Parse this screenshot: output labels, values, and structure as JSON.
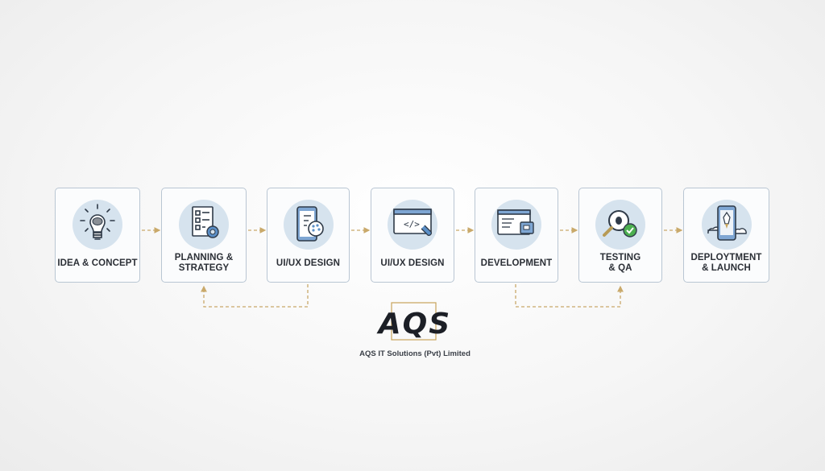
{
  "diagram": {
    "type": "process-flow",
    "steps": [
      {
        "label": "IDEA & CONCEPT",
        "icon": "lightbulb-brain-icon"
      },
      {
        "label": "PLANNING & STRATEGY",
        "line1": "PLANNING &",
        "line2": "STRATEGY",
        "icon": "checklist-gear-icon"
      },
      {
        "label": "UI/UX DESIGN",
        "icon": "mobile-palette-icon"
      },
      {
        "label": "UI/UX DESIGN",
        "icon": "code-window-wrench-icon"
      },
      {
        "label": "DEVELOPMENT",
        "icon": "browser-chat-icon"
      },
      {
        "label": "TESTING & QA",
        "line1": "TESTING",
        "line2": "& QA",
        "icon": "magnifier-bug-check-icon"
      },
      {
        "label": "DEPLOYTMENT & LAUNCH",
        "line1": "DEPLOYTMENT",
        "line2": "& LAUNCH",
        "icon": "phone-rocket-cloud-icon"
      }
    ],
    "connections": [
      {
        "from": 0,
        "to": 1,
        "style": "dashed-arrow"
      },
      {
        "from": 1,
        "to": 2,
        "style": "dashed-arrow"
      },
      {
        "from": 2,
        "to": 3,
        "style": "dashed-arrow"
      },
      {
        "from": 3,
        "to": 4,
        "style": "dashed-arrow"
      },
      {
        "from": 4,
        "to": 5,
        "style": "dashed-arrow"
      },
      {
        "from": 5,
        "to": 6,
        "style": "dashed-arrow"
      },
      {
        "from": 2,
        "to": 1,
        "style": "dashed-loop-below"
      },
      {
        "from": 4,
        "to": 5,
        "style": "dashed-loop-below"
      }
    ]
  },
  "logo": {
    "mark": "AQS",
    "company": "AQS IT Solutions (Pvt) Limited"
  },
  "colors": {
    "card_border": "#b9c6d3",
    "icon_circle": "#d6e3ee",
    "arrow": "#c9a96a",
    "icon_stroke": "#2f3a48",
    "icon_blue": "#5b8fc7",
    "check_green": "#4caf50",
    "logo_dark": "#1c1f26",
    "logo_gold": "#c8a45a"
  }
}
